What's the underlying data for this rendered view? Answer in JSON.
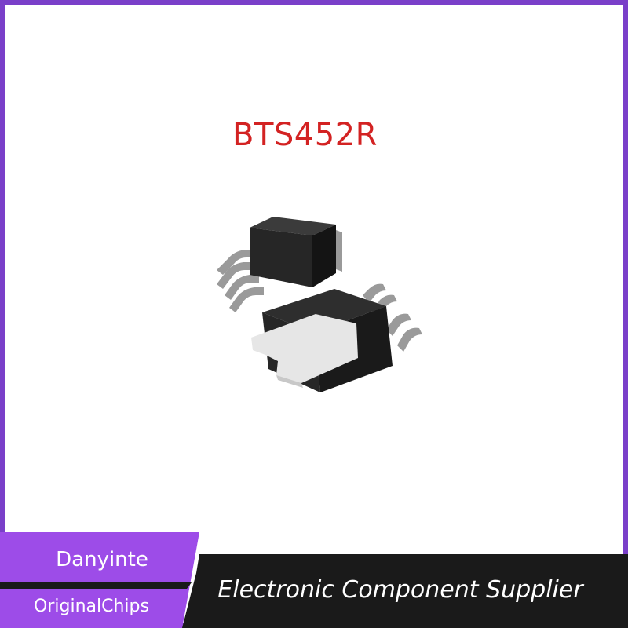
{
  "part_number": "BTS452R",
  "brand": {
    "name": "Danyinte",
    "tagline": "OriginalChips"
  },
  "supplier_text": "Electronic Component Supplier",
  "colors": {
    "frame": "#7a3fc9",
    "part_number": "#d32222",
    "banner_purple": "#9d4ce8",
    "banner_dark": "#1a1a1a",
    "chip_body": "#262626",
    "chip_pad": "#e6e6e6",
    "chip_lead": "#9a9a9a"
  }
}
